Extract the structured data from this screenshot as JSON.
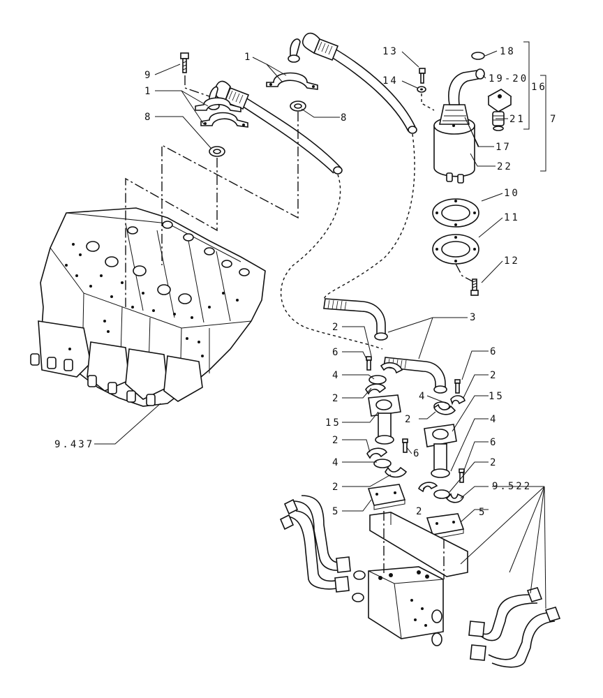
{
  "callouts": {
    "c1a": "1",
    "c1b": "1",
    "c2a": "2",
    "c2b": "2",
    "c2c": "2",
    "c2d": "2",
    "c2e": "2",
    "c2f": "2",
    "c2g": "2",
    "c2h": "2",
    "c3": "3",
    "c4a": "4",
    "c4b": "4",
    "c4c": "4",
    "c4d": "4",
    "c5a": "5",
    "c5b": "5",
    "c6a": "6",
    "c6b": "6",
    "c6c": "6",
    "c6d": "6",
    "c7": "7",
    "c8a": "8",
    "c8b": "8",
    "c9": "9",
    "c10": "10",
    "c11": "11",
    "c12": "12",
    "c13": "13",
    "c14": "14",
    "c15a": "15",
    "c15b": "15",
    "c16": "16",
    "c17": "17",
    "c18": "18",
    "c1920": "19-20",
    "c21": "21",
    "c22": "22",
    "ref_valve": "9.437",
    "ref_pipes": "9.522"
  }
}
